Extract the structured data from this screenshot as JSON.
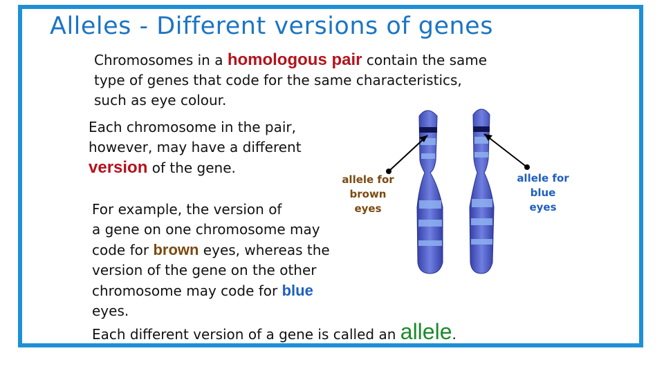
{
  "title": "Alleles  - Different versions of genes",
  "para1": {
    "pre": "Chromosomes in a ",
    "highlight": "homologous pair",
    "mid": " contain the same",
    "line2": "type of genes that code for the same characteristics,",
    "line3": "such as eye colour."
  },
  "para2": {
    "line1": "Each chromosome in the pair,",
    "line2": "however, may have a different",
    "highlight": "version",
    "post": " of the gene."
  },
  "para3": {
    "line1": "For example, the version of",
    "line2": "a gene on one chromosome may",
    "line3_pre": "code for ",
    "line3_brown": "brown",
    "line3_post": " eyes, whereas the",
    "line4": "version of the gene on the other",
    "line5_pre": "chromosome may code for ",
    "line5_blue": "blue",
    "line6": "eyes."
  },
  "para4": {
    "pre": "Each different version of a gene is called an ",
    "highlight": "allele",
    "post": "."
  },
  "labels": {
    "brown_l1": "allele for",
    "brown_l2": "brown",
    "brown_l3": "eyes",
    "blue_l1": "allele for",
    "blue_l2": "blue",
    "blue_l3": "eyes"
  },
  "colors": {
    "frame": "#1e90d6",
    "title": "#1b75c4",
    "chromosome_dark": "#4a56c8",
    "chromosome_light": "#8fb0f0"
  }
}
